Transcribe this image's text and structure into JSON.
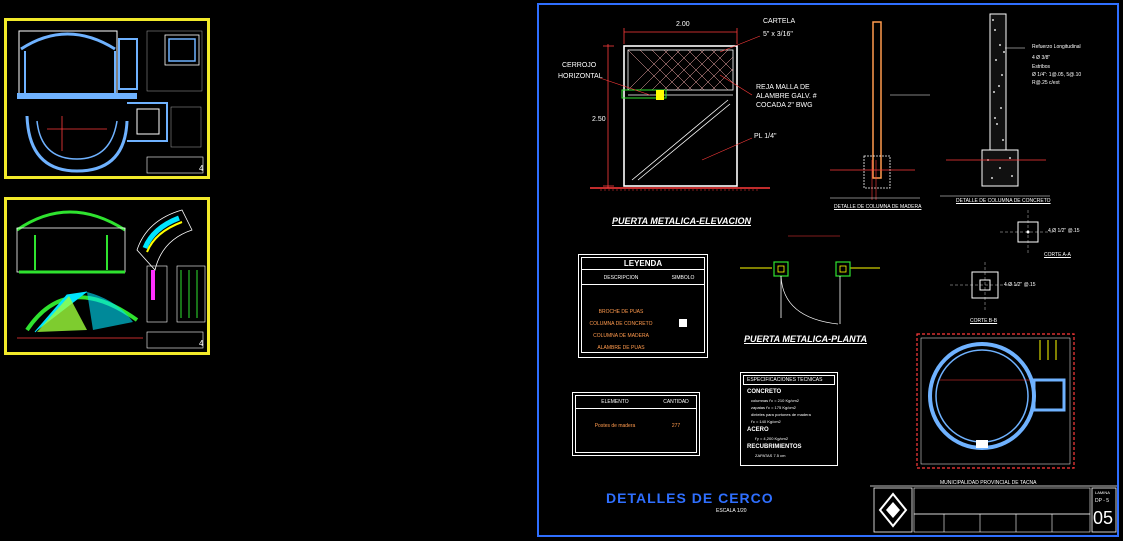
{
  "main_sheet": {
    "dims": {
      "width": "2.00",
      "height": "2.50"
    },
    "labels": {
      "cartela": "CARTELA",
      "cartela_size": "5\" x 3/16\"",
      "cerrojo": "CERROJO",
      "horizontal": "HORIZONTAL",
      "reja_1": "REJA MALLA DE",
      "reja_2": "ALAMBRE GALV. #",
      "reja_3": "COCADA 2\" BWG",
      "pl": "PL 1/4\"",
      "elevacion_title": "PUERTA METALICA-ELEVACION",
      "planta_title": "PUERTA METALICA-PLANTA",
      "main_title": "DETALLES DE CERCO",
      "scale": "ESCALA 1/20",
      "madera_detail": "DETALLE DE COLUMNA DE MADERA",
      "concreto_detail": "DETALLE DE COLUMNA DE CONCRETO",
      "corte_aa": "CORTE A-A",
      "corte_bb": "CORTE B-B",
      "refuerzo": "Refuerzo Longitudinal",
      "acero_1": "4 Ø 3/8\"",
      "estribos": "Estribos",
      "estribos_1": "Ø 1/4\": 1@.05, 5@.10",
      "estribos_2": "R@.25 c/ext",
      "varilla_1": "4 Ø 1/2\" @.15",
      "varilla_2": "4 Ø 1/2\" @.15",
      "municipalidad": "MUNICIPALIDAD PROVINCIAL DE TACNA",
      "sheet_no": "05",
      "lamina": "LAMINA",
      "lamina_code": "DP - 5"
    },
    "leyenda": {
      "title": "LEYENDA",
      "headers": [
        "DESCRIPCION",
        "SIMBOLO"
      ],
      "rows": [
        "BROCHE DE PUAS",
        "COLUMNA DE CONCRETO",
        "COLUMNA DE MADERA",
        "ALAMBRE DE PUAS"
      ]
    },
    "elementos": {
      "headers": [
        "ELEMENTO",
        "CANTIDAD"
      ],
      "rows": [
        {
          "elemento": "Postes de madera",
          "cantidad": "277"
        }
      ]
    },
    "especificaciones": {
      "title": "ESPECIFICACIONES TECNICAS",
      "concreto": "CONCRETO",
      "lines": [
        "columnas  f'c = 210 Kg/cm2",
        "zapatas   f'c = 175 Kg/cm2",
        "dinteles  para portones de madera",
        "f'c = 140 Kg/cm2"
      ],
      "acero": "ACERO",
      "acero_line": "f'y = 4,200 Kg/cm2",
      "recubrimientos": "RECUBRIMIENTOS",
      "recub_line": "ZAPATAS          7.5 cm"
    }
  },
  "colors": {
    "sheet_border": "#2f6fff",
    "thumb_border": "#f2ea2a",
    "steel": "#ff3b3b",
    "concrete": "#d9d9d9",
    "cyan": "#00e5ff",
    "green": "#2fe32f",
    "magenta": "#ff2fff"
  }
}
